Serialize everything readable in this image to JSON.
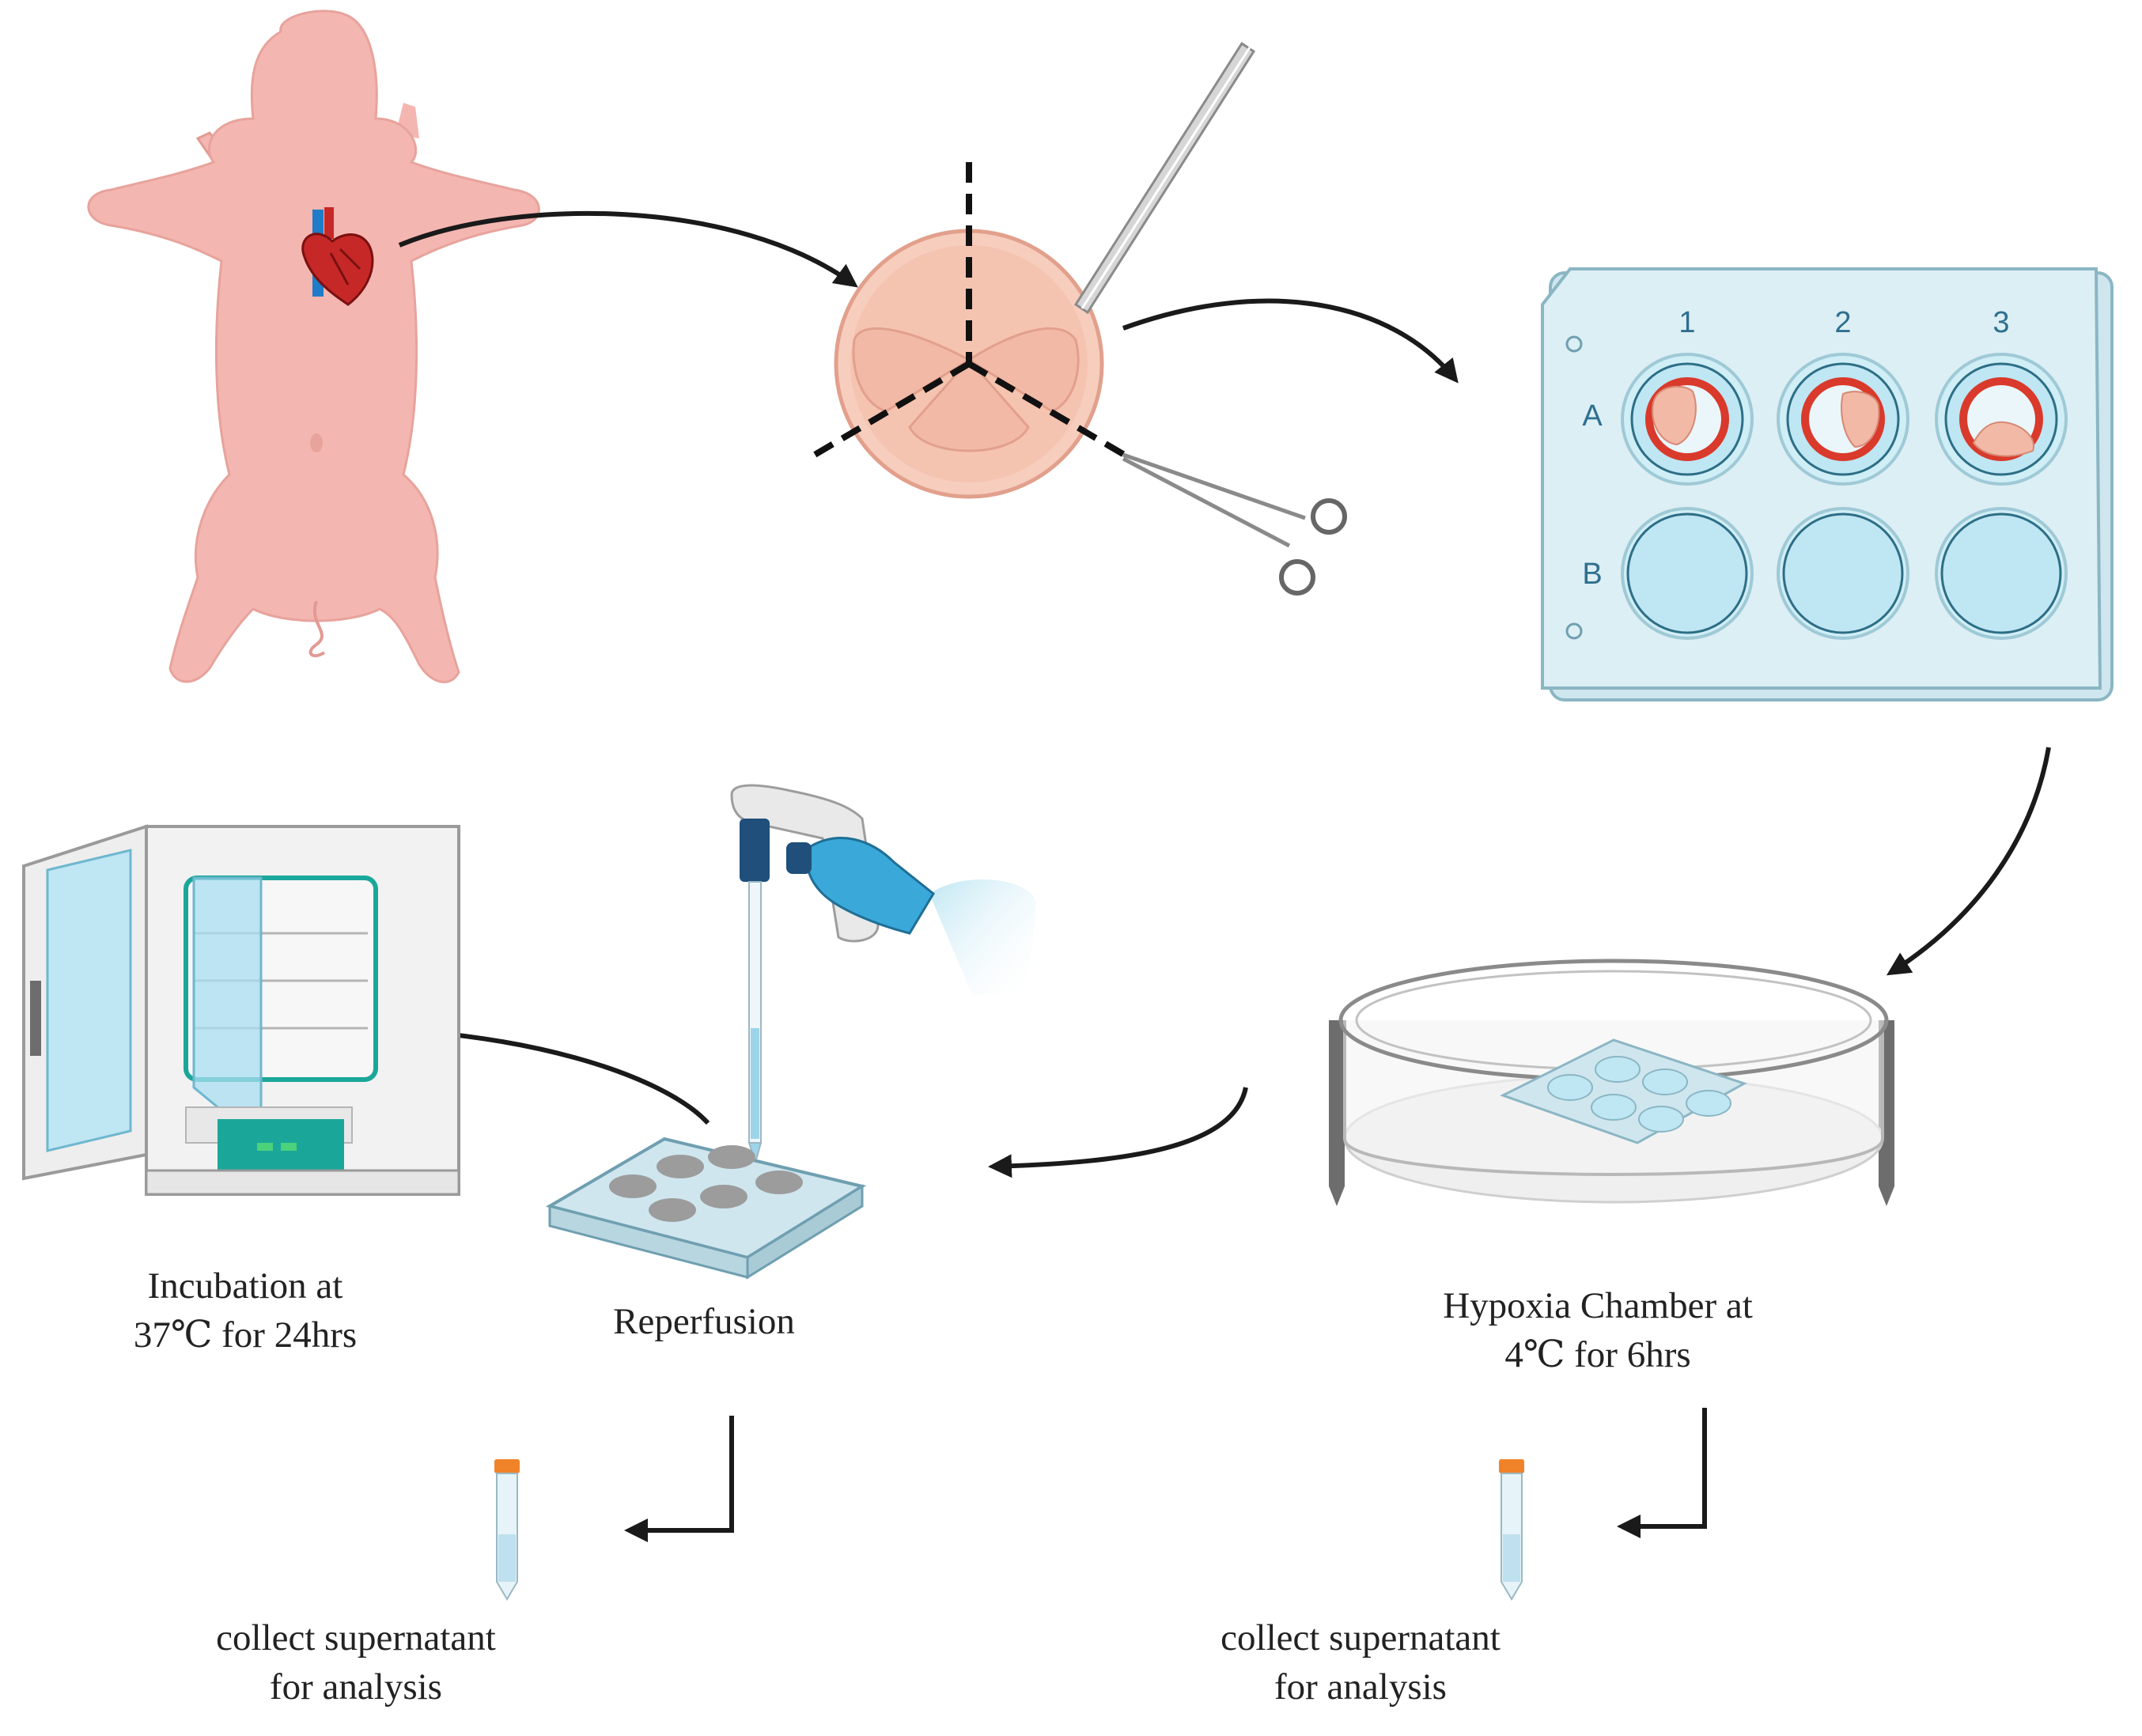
{
  "labels": {
    "incubation": [
      "Incubation at",
      "37℃ for 24hrs"
    ],
    "reperfusion": "Reperfusion",
    "hypoxia": [
      "Hypoxia Chamber at",
      "4℃ for 6hrs"
    ],
    "collect_left": [
      "collect supernatant",
      "for analysis"
    ],
    "collect_right": [
      "collect supernatant",
      "for analysis"
    ]
  },
  "plate": {
    "columns": [
      "1",
      "2",
      "3"
    ],
    "rows": [
      "A",
      "B"
    ]
  },
  "colors": {
    "pig_skin": "#f4b6b0",
    "valve_tissue": "#f2b9a7",
    "well_fill": "#bfe6f3",
    "plate_body": "#dceff4",
    "tissue_ring": "#d93a2b",
    "glove": "#3aa8d8",
    "incubator_panel": "#1aa79a",
    "arrow": "#1a1a1a",
    "tube_cap": "#f0822a"
  },
  "icons": [
    "pig-icon",
    "heart-icon",
    "aortic-valve-icon",
    "forceps-icon",
    "scissors-icon",
    "well-plate-icon",
    "hypoxia-chamber-icon",
    "incubator-icon",
    "pipette-controller-icon",
    "tube-icon"
  ]
}
